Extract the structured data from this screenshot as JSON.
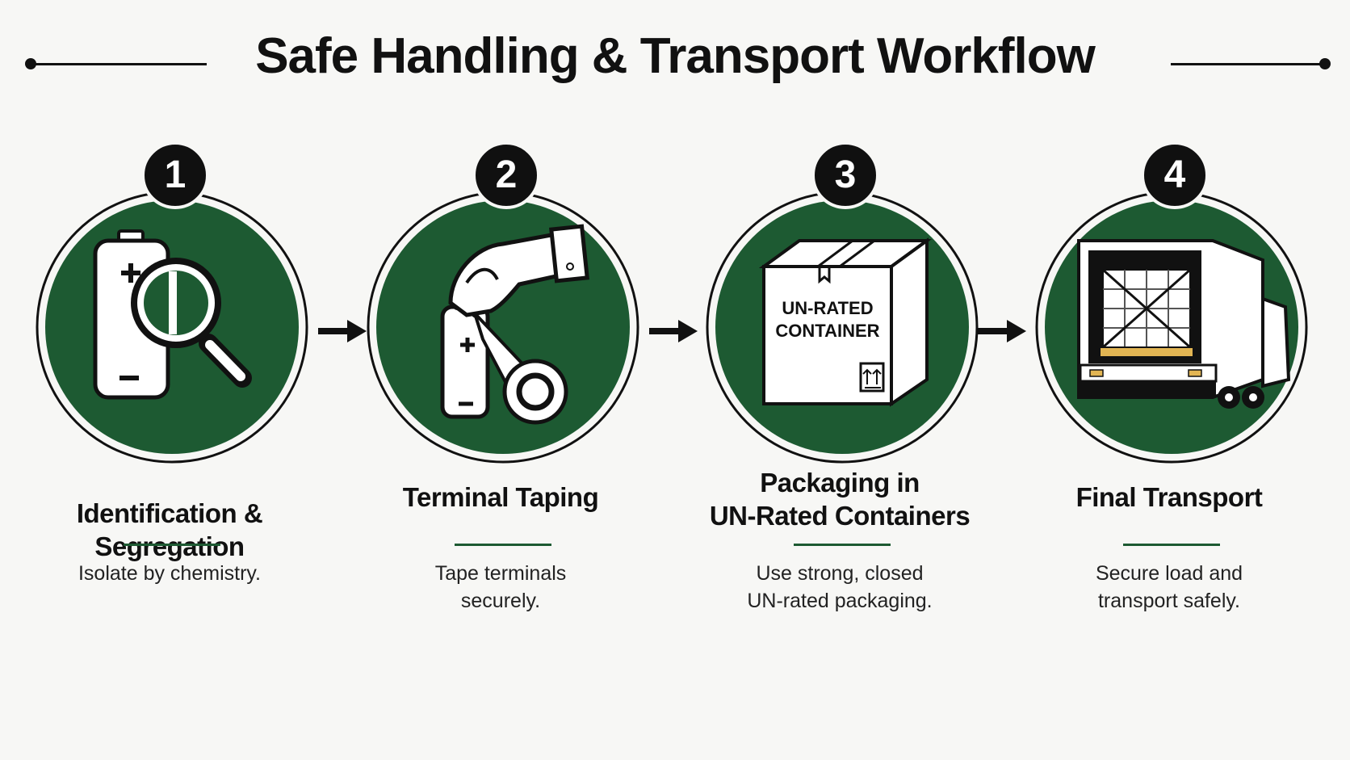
{
  "title": "Safe Handling & Transport Workflow",
  "colors": {
    "disc_green": "#1d5a32",
    "ink": "#111111",
    "background": "#f7f7f5"
  },
  "steps": [
    {
      "number": "1",
      "title_lines": [
        "Identification &",
        "Segregation"
      ],
      "desc_lines": [
        "Isolate by chemistry."
      ],
      "icon": "battery-magnifier-icon"
    },
    {
      "number": "2",
      "title_lines": [
        "Terminal Taping"
      ],
      "desc_lines": [
        "Tape terminals",
        "securely."
      ],
      "icon": "hand-taping-battery-icon"
    },
    {
      "number": "3",
      "title_lines": [
        "Packaging in",
        "UN-Rated Containers"
      ],
      "desc_lines": [
        "Use strong, closed",
        "UN-rated packaging."
      ],
      "icon": "un-container-box-icon",
      "box_label_lines": [
        "UN-RATED",
        "CONTAINER"
      ]
    },
    {
      "number": "4",
      "title_lines": [
        "Final Transport"
      ],
      "desc_lines": [
        "Secure load and",
        "transport safely."
      ],
      "icon": "truck-icon"
    }
  ]
}
